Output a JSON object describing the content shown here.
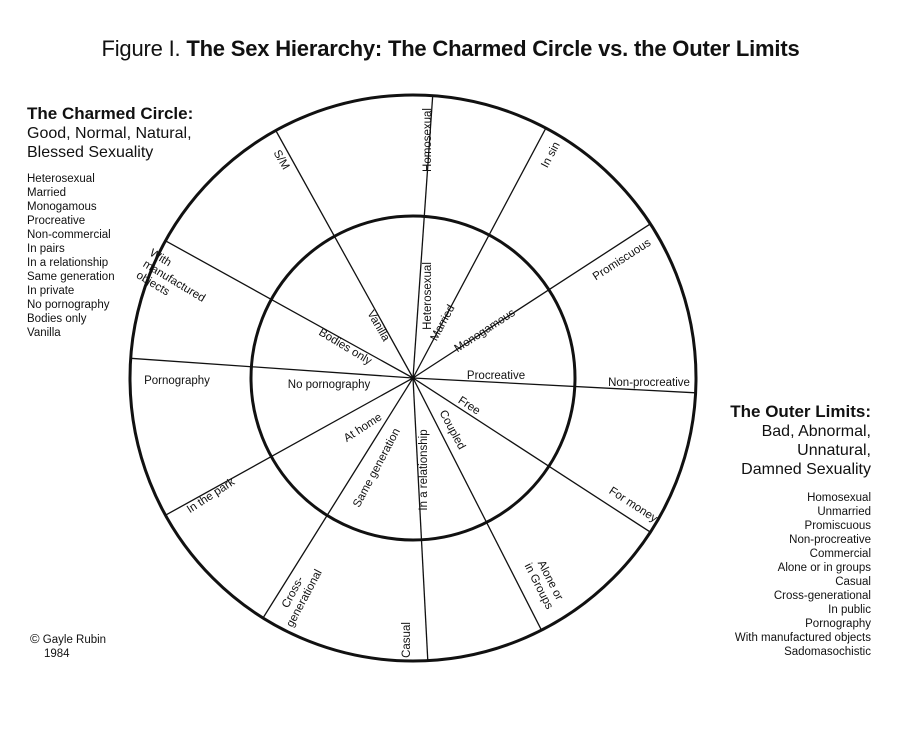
{
  "title": {
    "figure": "Figure I.",
    "main": "The Sex Hierarchy: The Charmed Circle vs. the Outer Limits"
  },
  "charmed_circle": {
    "heading": "The Charmed Circle:",
    "subtitle_lines": [
      "Good, Normal, Natural,",
      "Blessed Sexuality"
    ],
    "items": [
      "Heterosexual",
      "Married",
      "Monogamous",
      "Procreative",
      "Non-commercial",
      "In pairs",
      "In a relationship",
      "Same generation",
      "In private",
      "No pornography",
      "Bodies only",
      "Vanilla"
    ]
  },
  "outer_limits": {
    "heading": "The Outer Limits:",
    "subtitle_lines": [
      "Bad, Abnormal,",
      "Unnatural,",
      "Damned Sexuality"
    ],
    "items": [
      "Homosexual",
      "Unmarried",
      "Promiscuous",
      "Non-procreative",
      "Commercial",
      "Alone or in groups",
      "Casual",
      "Cross-generational",
      "In public",
      "Pornography",
      "With manufactured objects",
      "Sadomasochistic"
    ]
  },
  "diagram": {
    "inner_labels": [
      "Heterosexual",
      "Married",
      "Monogamous",
      "Procreative",
      "Free",
      "Coupled",
      "In a relationship",
      "Same generation",
      "At home",
      "No pornography",
      "Bodies only",
      "Vanilla"
    ],
    "outer_labels": [
      "Homosexual",
      "In sin",
      "Promiscuous",
      "Non-procreative",
      "For money",
      "Alone or in Groups",
      "Casual",
      "Cross-generational",
      "In the park",
      "Pornography",
      "With manufactured objects",
      "S/M"
    ]
  },
  "copyright": {
    "symbol": "©",
    "author": "Gayle Rubin",
    "year": "1984"
  }
}
